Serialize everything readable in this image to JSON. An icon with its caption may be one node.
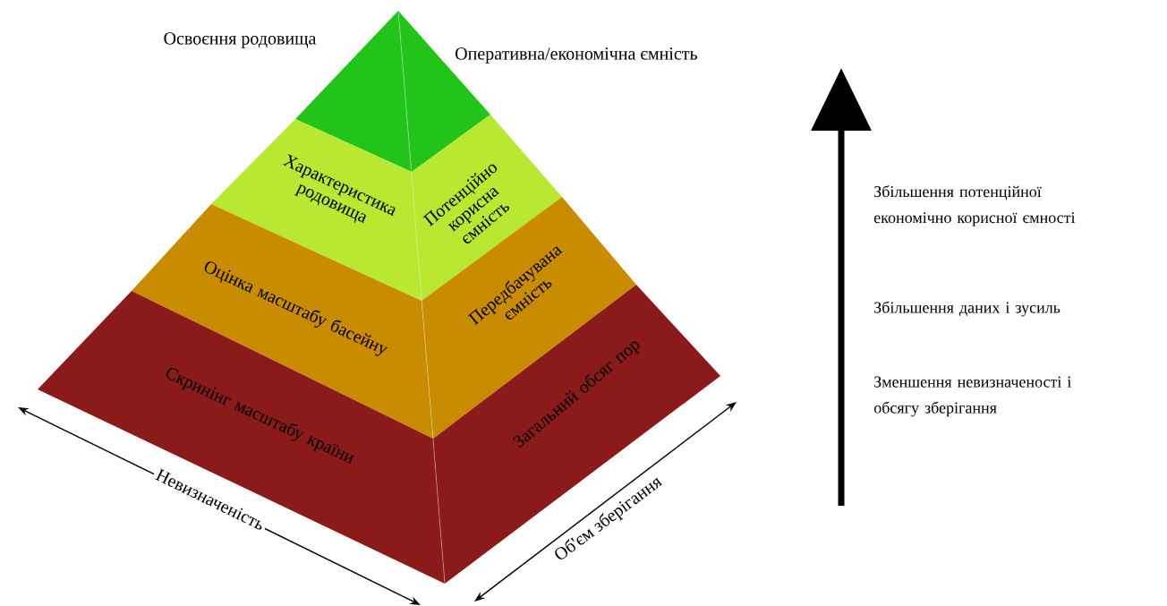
{
  "diagram": {
    "nodes": [
      {
        "text": [
          "Освоєння родовища"
        ]
      },
      {
        "text": [
          "Оперативна/економічна ємність"
        ]
      },
      {
        "text": [
          "Характеристика родовища"
        ]
      },
      {
        "text": [
          "Потенційно корисна ємність"
        ]
      },
      {
        "text": [
          "Оцінка масштабу басейну"
        ]
      },
      {
        "text": [
          "Передбачувана ємність"
        ]
      },
      {
        "text": [
          "Скринінг масштабу країни"
        ]
      },
      {
        "text": [
          "Загальний обсяг пор"
        ]
      }
    ],
    "labels": [
      "Невизначеність",
      "Об'єм зберігання",
      "Збільшення потенційної економічно корисної ємності",
      "Збільшення даних і зусиль",
      "Зменшення невизначеності і обсягу зберігання"
    ]
  }
}
